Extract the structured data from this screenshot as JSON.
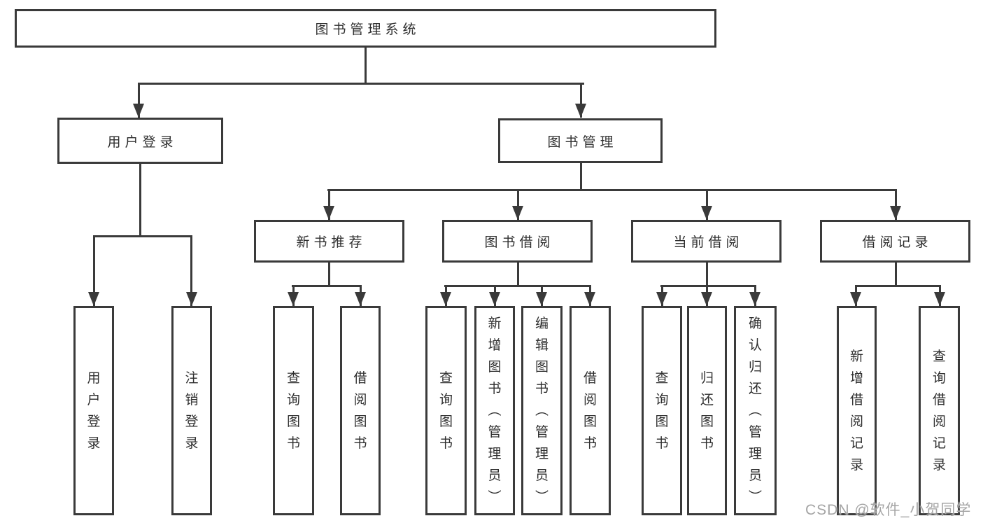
{
  "diagram": {
    "watermark": "CSDN @软件_小贺同学",
    "colors": {
      "line": "#3a3a3a",
      "text": "#2e2e2e",
      "background": "#ffffff",
      "watermark": "#a5a5a5"
    },
    "nodes": [
      {
        "id": "system",
        "label": "图书管理系统",
        "parent": null
      },
      {
        "id": "user-login",
        "label": "用户登录",
        "parent": "system"
      },
      {
        "id": "book-mgmt",
        "label": "图书管理",
        "parent": "system"
      },
      {
        "id": "login-user",
        "label": "用户登录",
        "parent": "user-login"
      },
      {
        "id": "login-logout",
        "label": "注销登录",
        "parent": "user-login"
      },
      {
        "id": "new-book-rec",
        "label": "新书推荐",
        "parent": "book-mgmt"
      },
      {
        "id": "book-borrow",
        "label": "图书借阅",
        "parent": "book-mgmt"
      },
      {
        "id": "current-borrow",
        "label": "当前借阅",
        "parent": "book-mgmt"
      },
      {
        "id": "borrow-records",
        "label": "借阅记录",
        "parent": "book-mgmt"
      },
      {
        "id": "rec-query",
        "label": "查询图书",
        "parent": "new-book-rec"
      },
      {
        "id": "rec-borrow",
        "label": "借阅图书",
        "parent": "new-book-rec"
      },
      {
        "id": "bb-query",
        "label": "查询图书",
        "parent": "book-borrow"
      },
      {
        "id": "bb-add",
        "label": "新增图书（管理员）",
        "parent": "book-borrow"
      },
      {
        "id": "bb-edit",
        "label": "编辑图书（管理员）",
        "parent": "book-borrow"
      },
      {
        "id": "bb-borrow",
        "label": "借阅图书",
        "parent": "book-borrow"
      },
      {
        "id": "cb-query",
        "label": "查询图书",
        "parent": "current-borrow"
      },
      {
        "id": "cb-return",
        "label": "归还图书",
        "parent": "current-borrow"
      },
      {
        "id": "cb-confirm",
        "label": "确认归还（管理员）",
        "parent": "current-borrow"
      },
      {
        "id": "br-add",
        "label": "新增借阅记录",
        "parent": "borrow-records"
      },
      {
        "id": "br-query",
        "label": "查询借阅记录",
        "parent": "borrow-records"
      }
    ]
  }
}
